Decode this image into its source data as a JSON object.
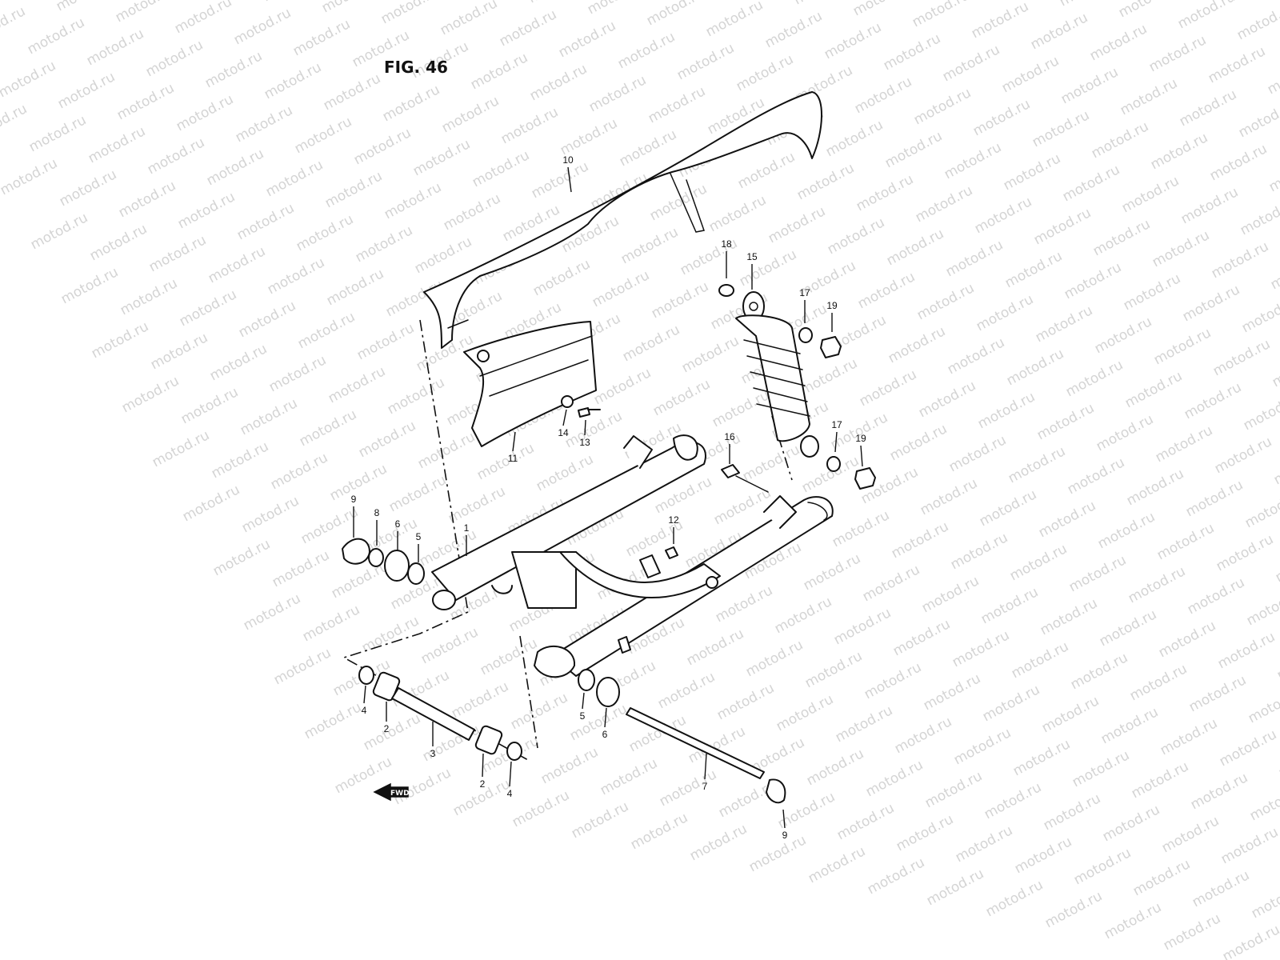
{
  "figure": {
    "title": "FIG. 46"
  },
  "watermark": {
    "text": "motod.ru"
  },
  "fwd_arrow": {
    "label": "FWD"
  },
  "callouts": [
    {
      "id": "c10",
      "label": "10"
    },
    {
      "id": "c18",
      "label": "18"
    },
    {
      "id": "c15",
      "label": "15"
    },
    {
      "id": "c17a",
      "label": "17"
    },
    {
      "id": "c19a",
      "label": "19"
    },
    {
      "id": "c14",
      "label": "14"
    },
    {
      "id": "c13",
      "label": "13"
    },
    {
      "id": "c11",
      "label": "11"
    },
    {
      "id": "c16",
      "label": "16"
    },
    {
      "id": "c17b",
      "label": "17"
    },
    {
      "id": "c19b",
      "label": "19"
    },
    {
      "id": "c9a",
      "label": "9"
    },
    {
      "id": "c8",
      "label": "8"
    },
    {
      "id": "c6a",
      "label": "6"
    },
    {
      "id": "c5a",
      "label": "5"
    },
    {
      "id": "c1",
      "label": "1"
    },
    {
      "id": "c12",
      "label": "12"
    },
    {
      "id": "c4a",
      "label": "4"
    },
    {
      "id": "c2a",
      "label": "2"
    },
    {
      "id": "c3",
      "label": "3"
    },
    {
      "id": "c2b",
      "label": "2"
    },
    {
      "id": "c4b",
      "label": "4"
    },
    {
      "id": "c5b",
      "label": "5"
    },
    {
      "id": "c6b",
      "label": "6"
    },
    {
      "id": "c7",
      "label": "7"
    },
    {
      "id": "c9b",
      "label": "9"
    }
  ]
}
